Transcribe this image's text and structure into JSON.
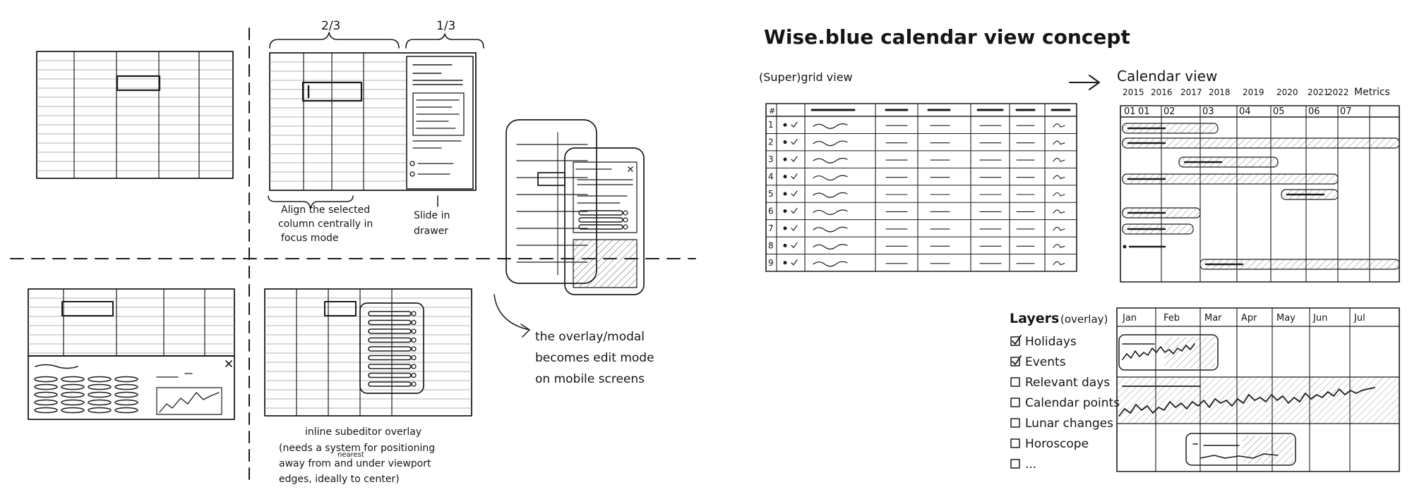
{
  "sketch_left": {
    "column_ratio_left": "2/3",
    "column_ratio_right": "1/3",
    "note_align": [
      "Align the selected",
      "column centrally in",
      "focus mode"
    ],
    "note_slide": [
      "Slide in",
      "drawer"
    ],
    "note_inline": [
      "inline subeditor overlay",
      "(needs a system for positioning",
      "away from and under viewport",
      "edges, ideally to center)"
    ],
    "note_inline_insert": "nearest",
    "note_mobile": [
      "the overlay/modal",
      "becomes edit mode",
      "on mobile screens"
    ]
  },
  "concept": {
    "title": "Wise.blue calendar view concept",
    "grid_view_label": "(Super)grid view",
    "calendar_view_label": "Calendar view",
    "grid_header_hash": "#",
    "row_numbers": [
      "1",
      "2",
      "3",
      "4",
      "5",
      "6",
      "7",
      "8",
      "9"
    ],
    "years": [
      "2015",
      "2016",
      "2017",
      "2018",
      "2019",
      "2020",
      "2021",
      "2022"
    ],
    "metrics_label": "Metrics",
    "month_numbers": [
      "01",
      "02",
      "03",
      "04",
      "05",
      "06",
      "07"
    ],
    "day_label": "01",
    "months": [
      "Jan",
      "Feb",
      "Mar",
      "Apr",
      "May",
      "Jun",
      "Jul"
    ],
    "layers": {
      "title": "Layers",
      "subtitle": "(overlay)",
      "items": [
        {
          "label": "Holidays",
          "checked": true
        },
        {
          "label": "Events",
          "checked": true
        },
        {
          "label": "Relevant days",
          "checked": false
        },
        {
          "label": "Calendar points",
          "checked": false
        },
        {
          "label": "Lunar changes",
          "checked": false
        },
        {
          "label": "Horoscope",
          "checked": false
        },
        {
          "label": "...",
          "checked": false
        }
      ]
    }
  }
}
